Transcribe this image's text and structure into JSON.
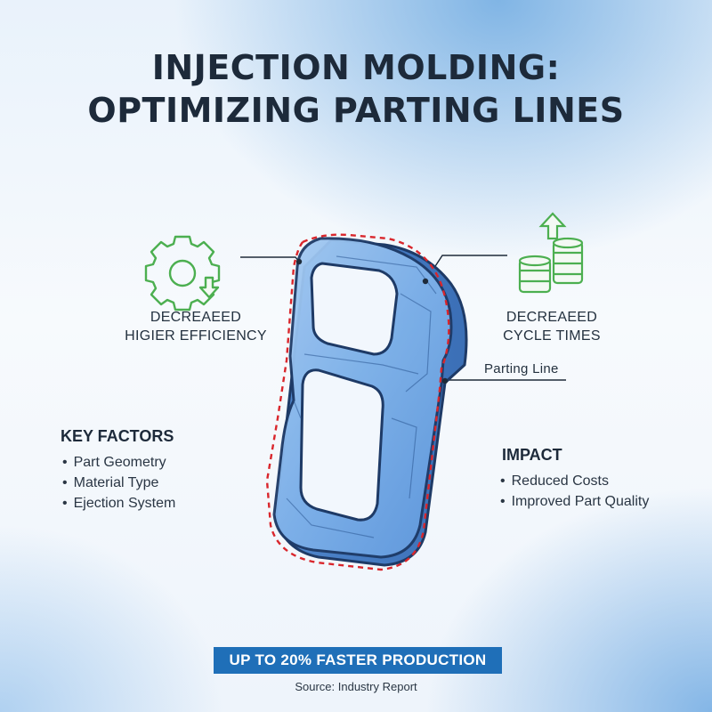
{
  "title": {
    "line1": "INJECTION MOLDING:",
    "line2": "OPTIMIZING PARTING LINES"
  },
  "callouts": {
    "left": {
      "line1": "DECREAEED",
      "line2": "HIGIER EFFICIENCY",
      "icon": "gear-down-arrow-icon"
    },
    "right": {
      "line1": "DECREAEED",
      "line2": "CYCLE TIMES",
      "icon": "coin-stack-up-arrow-icon"
    },
    "parting_line": "Parting Line"
  },
  "key_factors": {
    "heading": "KEY FACTORS",
    "items": [
      "Part Geometry",
      "Material Type",
      "Ejection System"
    ]
  },
  "impact": {
    "heading": "IMPACT",
    "items": [
      "Reduced Costs",
      "Improved Part Quality"
    ]
  },
  "banner": "UP TO 20% FASTER PRODUCTION",
  "source": "Source: Industry Report",
  "colors": {
    "icon_green": "#4caf50",
    "part_blue": "#7fb2ea",
    "part_outline": "#1e3a66",
    "parting_line_red": "#d9262c",
    "banner_blue": "#1f6fb8"
  }
}
